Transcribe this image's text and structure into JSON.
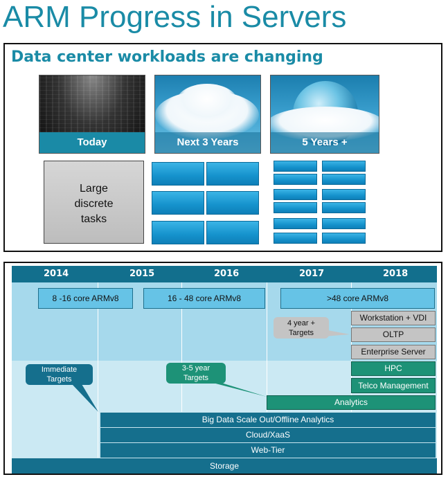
{
  "title": "ARM Progress in Servers",
  "top_panel": {
    "subtitle": "Data center workloads are changing",
    "eras": [
      {
        "label": "Today"
      },
      {
        "label": "Next 3 Years"
      },
      {
        "label": "5 Years +"
      }
    ],
    "large_tasks": [
      "Large",
      "discrete",
      "tasks"
    ]
  },
  "roadmap": {
    "years": [
      "2014",
      "2015",
      "2016",
      "2017",
      "2018"
    ],
    "cores": [
      "8 -16 core ARMv8",
      "16 - 48 core ARMv8",
      ">48 core ARMv8"
    ],
    "callouts": {
      "immediate": [
        "Immediate",
        "Targets"
      ],
      "three_five": [
        "3-5 year",
        "Targets"
      ],
      "four_year": [
        "4 year +",
        "Targets"
      ]
    },
    "gray_workloads": [
      "Workstation + VDI",
      "OLTP",
      "Enterprise Server"
    ],
    "green_workloads": [
      "HPC",
      "Telco Management",
      "Analytics"
    ],
    "bars": [
      "Big Data Scale Out/Offline Analytics",
      "Cloud/XaaS",
      "Web-Tier",
      "Storage"
    ]
  },
  "colors": {
    "title": "#1a8ba6",
    "year_bar": "#126f8d",
    "tile_blue": "#1592cc",
    "green": "#1d9277",
    "gray": "#c4c4c4"
  }
}
